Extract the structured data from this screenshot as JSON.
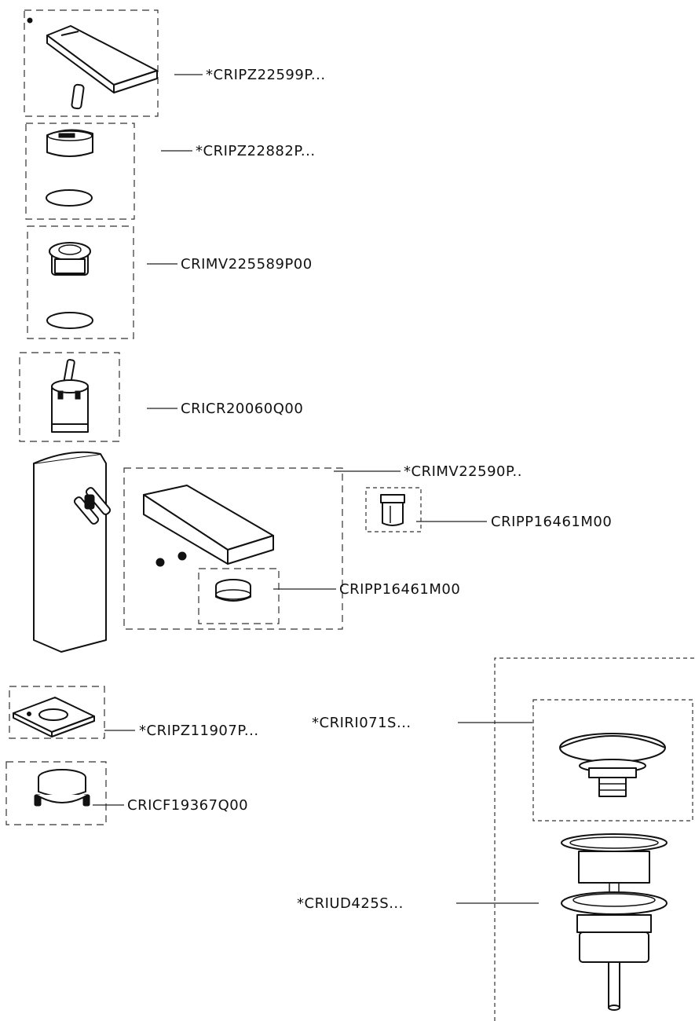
{
  "parts": [
    {
      "id": "handle",
      "code": "*CRIPZ22599P..."
    },
    {
      "id": "cap",
      "code": "*CRIPZ22882P..."
    },
    {
      "id": "valve-nut",
      "code": "CRIMV225589P00"
    },
    {
      "id": "cartridge",
      "code": "CRICR20060Q00"
    },
    {
      "id": "spout-kit",
      "code": "*CRIMV22590P.."
    },
    {
      "id": "aerator",
      "code": "CRIPP16461M00"
    },
    {
      "id": "aerator-ring",
      "code": "CRIPP16461M00"
    },
    {
      "id": "base-plate",
      "code": "*CRIPZ11907P..."
    },
    {
      "id": "mounting-nut",
      "code": "CRICF19367Q00"
    },
    {
      "id": "drain-cap",
      "code": "*CRIRI071S..."
    },
    {
      "id": "drain-body",
      "code": "*CRIUD425S..."
    }
  ]
}
